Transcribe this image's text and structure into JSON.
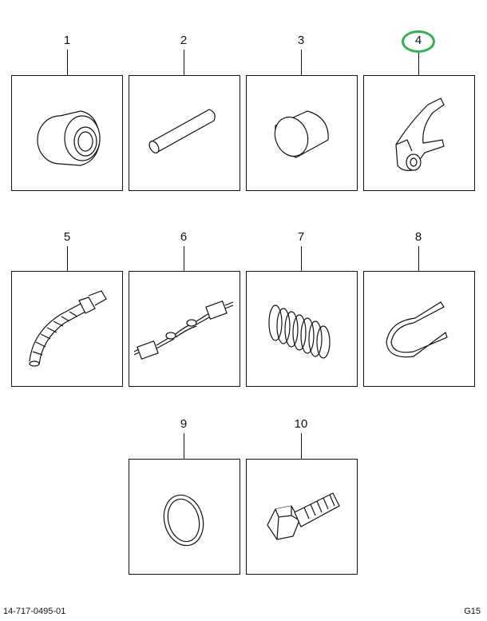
{
  "parts": [
    {
      "number": "1",
      "icon": "pulley-bushing-icon"
    },
    {
      "number": "2",
      "icon": "pin-icon"
    },
    {
      "number": "3",
      "icon": "bushing-icon"
    },
    {
      "number": "4",
      "icon": "bracket-clamp-icon",
      "highlighted": true
    },
    {
      "number": "5",
      "icon": "hose-icon"
    },
    {
      "number": "6",
      "icon": "wiring-harness-icon"
    },
    {
      "number": "7",
      "icon": "spring-icon"
    },
    {
      "number": "8",
      "icon": "clamp-icon"
    },
    {
      "number": "9",
      "icon": "o-ring-icon"
    },
    {
      "number": "10",
      "icon": "bolt-icon"
    }
  ],
  "footer": {
    "document_number": "14-717-0495-01",
    "page_code": "G15"
  },
  "highlight_color": "#2db34a"
}
